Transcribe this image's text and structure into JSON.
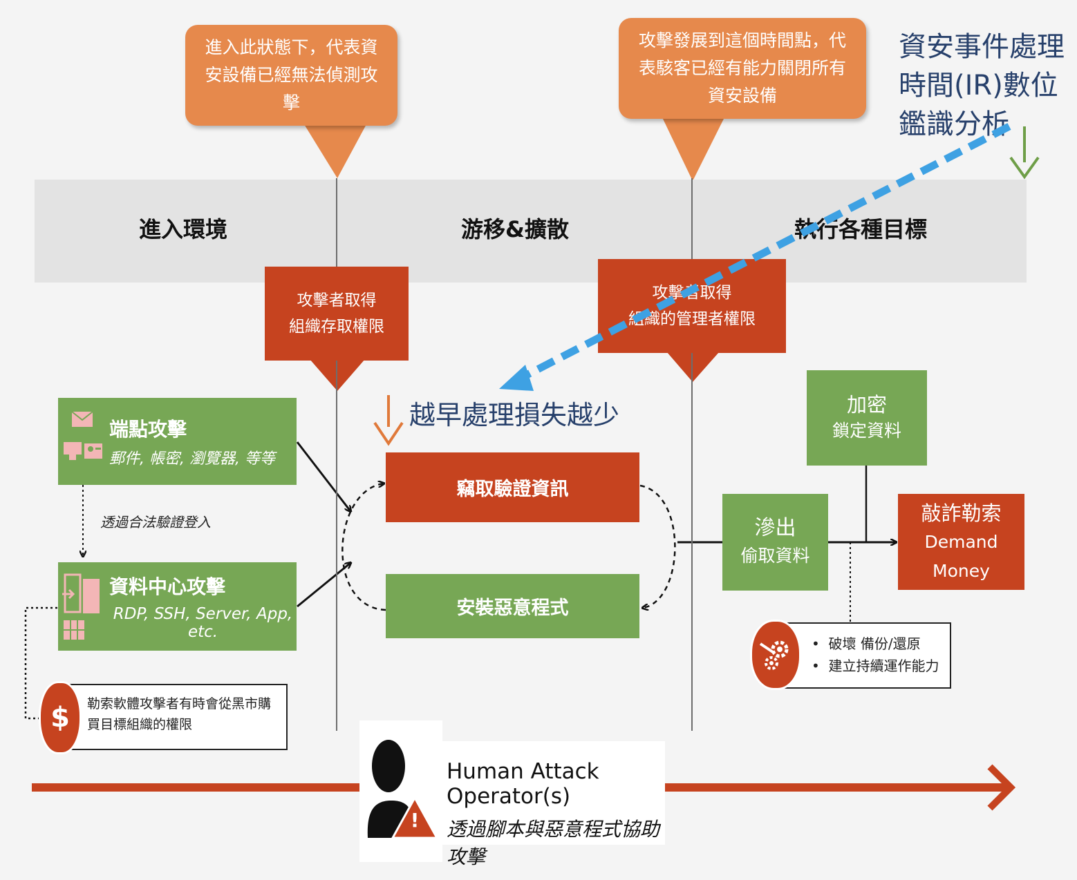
{
  "callouts": {
    "left": "進入此狀態下，代表資安設備已經無法偵測攻擊",
    "right": "攻擊發展到這個時間點，代表駭客已經有能力關閉所有資安設備"
  },
  "ir_title": "資安事件處理時間(IR)數位鑑識分析",
  "phases": [
    "進入環境",
    "游移&擴散",
    "執行各種目標"
  ],
  "milestones": {
    "access": {
      "line1": "攻擊者取得",
      "line2": "組織存取權限"
    },
    "admin": {
      "line1": "攻擊者取得",
      "line2": "組織的管理者權限"
    }
  },
  "early_note": "越早處理損失越少",
  "endpoint": {
    "title": "端點攻擊",
    "subtitle": "郵件, 帳密, 瀏覽器, 等等"
  },
  "legit_login": "透過合法驗證登入",
  "datacenter": {
    "title": "資料中心攻擊",
    "subtitle": "RDP, SSH, Server, App, etc."
  },
  "steal_creds": "竊取驗證資訊",
  "install_malware": "安裝惡意程式",
  "encrypt": {
    "line1": "加密",
    "line2": "鎖定資料"
  },
  "exfil": {
    "line1": "滲出",
    "line2": "偷取資料"
  },
  "extort": {
    "line1": "敲詐勒索",
    "line2": "Demand Money"
  },
  "destroy_list": [
    "破壞 備份/還原",
    "建立持續運作能力"
  ],
  "blackmarket_note": "勒索軟體攻擊者有時會從黑市購買目標組織的權限",
  "operator": {
    "title": "Human Attack Operator(s)",
    "subtitle": "透過腳本與惡意程式協助攻擊"
  },
  "icons": {
    "dollar": "$",
    "warning": "!"
  },
  "colors": {
    "red": "#c6431f",
    "green": "#77a755",
    "orange": "#e6894c",
    "blue": "#3ea1e3",
    "navy": "#27406b"
  }
}
